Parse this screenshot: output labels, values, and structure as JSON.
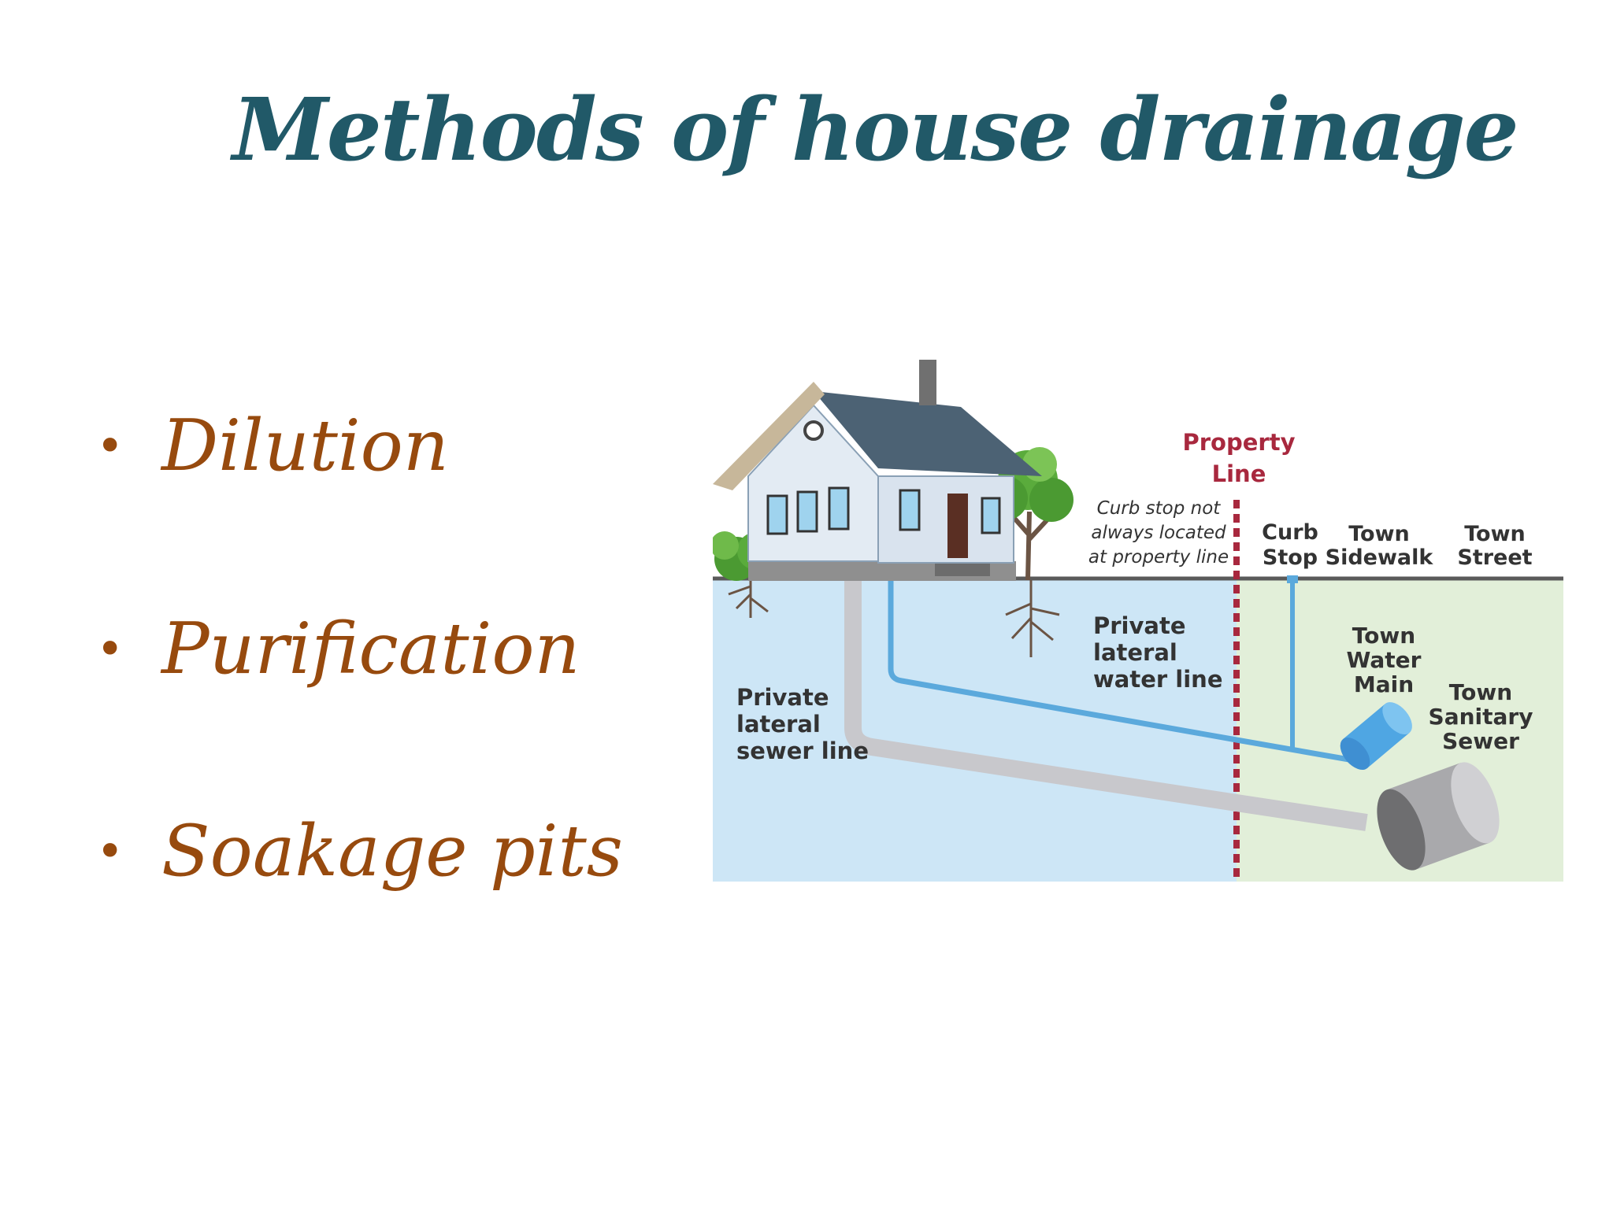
{
  "slide": {
    "title": "Methods of house drainage",
    "bullet_char": "•",
    "bullets": [
      "Dilution",
      "Purification",
      "Soakage pits"
    ]
  },
  "diagram": {
    "labels": {
      "property_line": [
        "Property",
        "Line"
      ],
      "curb_stop_note": [
        "Curb stop not",
        "always located",
        "at property line"
      ],
      "curb_stop": [
        "Curb",
        "Stop"
      ],
      "town_sidewalk": [
        "Town",
        "Sidewalk"
      ],
      "town_street": [
        "Town",
        "Street"
      ],
      "private_water_line": [
        "Private",
        "lateral",
        "water line"
      ],
      "private_sewer_line": [
        "Private",
        "lateral",
        "sewer line"
      ],
      "town_water_main": [
        "Town",
        "Water",
        "Main"
      ],
      "town_sanitary_sewer": [
        "Town",
        "Sanitary",
        "Sewer"
      ]
    },
    "colors": {
      "private_zone": "#CDE6F6",
      "town_zone": "#E2EFD9",
      "property_line": "#A8283E",
      "water_pipe": "#5BA9DC",
      "sewer_pipe": "#C8C8CC",
      "water_main": "#3F8FD2",
      "sanitary_sewer": "#6E6E70"
    }
  }
}
